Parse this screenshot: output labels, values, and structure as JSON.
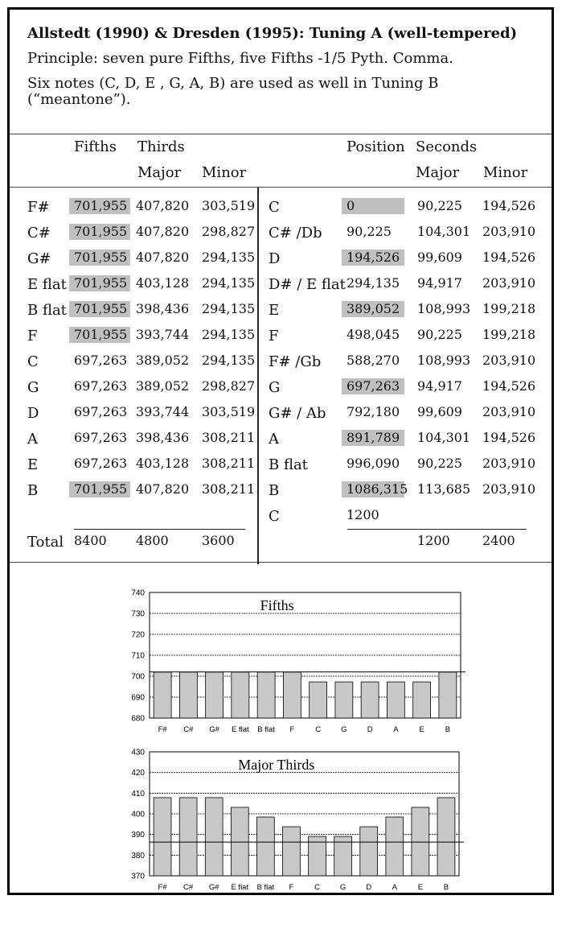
{
  "header": {
    "title": "Allstedt (1990) & Dresden (1995): Tuning A (well-tempered)",
    "line1": "Principle: seven pure Fifths, five Fifths -1/5 Pyth. Comma.",
    "line2": "Six notes (C, D, E , G, A, B) are used as well in Tuning B (“meantone”)."
  },
  "left_table": {
    "headers": {
      "fifths": "Fifths",
      "thirds": "Thirds",
      "major": "Major",
      "minor": "Minor"
    },
    "rows": [
      {
        "note": "F#",
        "fifth": "701,955",
        "hl": true,
        "major": "407,820",
        "minor": "303,519"
      },
      {
        "note": "C#",
        "fifth": "701,955",
        "hl": true,
        "major": "407,820",
        "minor": "298,827"
      },
      {
        "note": "G#",
        "fifth": "701,955",
        "hl": true,
        "major": "407,820",
        "minor": "294,135"
      },
      {
        "note": "E flat",
        "fifth": "701,955",
        "hl": true,
        "major": "403,128",
        "minor": "294,135"
      },
      {
        "note": "B flat",
        "fifth": "701,955",
        "hl": true,
        "major": "398,436",
        "minor": "294,135"
      },
      {
        "note": "F",
        "fifth": "701,955",
        "hl": true,
        "major": "393,744",
        "minor": "294,135"
      },
      {
        "note": "C",
        "fifth": "697,263",
        "hl": false,
        "major": "389,052",
        "minor": "294,135"
      },
      {
        "note": "G",
        "fifth": "697,263",
        "hl": false,
        "major": "389,052",
        "minor": "298,827"
      },
      {
        "note": "D",
        "fifth": "697,263",
        "hl": false,
        "major": "393,744",
        "minor": "303,519"
      },
      {
        "note": "A",
        "fifth": "697,263",
        "hl": false,
        "major": "398,436",
        "minor": "308,211"
      },
      {
        "note": "E",
        "fifth": "697,263",
        "hl": false,
        "major": "403,128",
        "minor": "308,211"
      },
      {
        "note": "B",
        "fifth": "701,955",
        "hl": true,
        "major": "407,820",
        "minor": "308,211"
      }
    ],
    "total": {
      "label": "Total",
      "fifths": "8400",
      "major": "4800",
      "minor": "3600"
    }
  },
  "right_table": {
    "headers": {
      "position": "Position",
      "seconds": "Seconds",
      "major": "Major",
      "minor": "Minor"
    },
    "rows": [
      {
        "note": "C",
        "pos": "0",
        "hl": true,
        "major": "90,225",
        "minor": "194,526"
      },
      {
        "note": "C# /Db",
        "pos": "90,225",
        "hl": false,
        "major": "104,301",
        "minor": "203,910"
      },
      {
        "note": "D",
        "pos": "194,526",
        "hl": true,
        "major": "99,609",
        "minor": "194,526"
      },
      {
        "note": "D# / E flat",
        "pos": "294,135",
        "hl": false,
        "major": "94,917",
        "minor": "203,910"
      },
      {
        "note": "E",
        "pos": "389,052",
        "hl": true,
        "major": "108,993",
        "minor": "199,218"
      },
      {
        "note": "F",
        "pos": "498,045",
        "hl": false,
        "major": "90,225",
        "minor": "199,218"
      },
      {
        "note": "F# /Gb",
        "pos": "588,270",
        "hl": false,
        "major": "108,993",
        "minor": "203,910"
      },
      {
        "note": "G",
        "pos": "697,263",
        "hl": true,
        "major": "94,917",
        "minor": "194,526"
      },
      {
        "note": "G# / Ab",
        "pos": "792,180",
        "hl": false,
        "major": "99,609",
        "minor": "203,910"
      },
      {
        "note": "A",
        "pos": "891,789",
        "hl": true,
        "major": "104,301",
        "minor": "194,526"
      },
      {
        "note": "B flat",
        "pos": "996,090",
        "hl": false,
        "major": "90,225",
        "minor": "203,910"
      },
      {
        "note": "B",
        "pos": "1086,315",
        "hl": true,
        "major": "113,685",
        "minor": "203,910"
      },
      {
        "note": "C",
        "pos": "1200",
        "hl": false,
        "major": "",
        "minor": ""
      }
    ],
    "total": {
      "major": "1200",
      "minor": "2400"
    }
  },
  "chart_data": [
    {
      "type": "bar",
      "title": "Fifths",
      "categories": [
        "F#",
        "C#",
        "G#",
        "E flat",
        "B flat",
        "F",
        "C",
        "G",
        "D",
        "A",
        "E",
        "B"
      ],
      "values": [
        701.955,
        701.955,
        701.955,
        701.955,
        701.955,
        701.955,
        697.263,
        697.263,
        697.263,
        697.263,
        697.263,
        701.955
      ],
      "ylim": [
        680,
        740
      ],
      "yticks": [
        "680",
        "690",
        "700",
        "710",
        "720",
        "730",
        "740"
      ],
      "reference_line": 702,
      "bar_color": "#c8c8c8",
      "grid": true
    },
    {
      "type": "bar",
      "title": "Major Thirds",
      "categories": [
        "F#",
        "C#",
        "G#",
        "E flat",
        "B flat",
        "F",
        "C",
        "G",
        "D",
        "A",
        "E",
        "B"
      ],
      "values": [
        407.82,
        407.82,
        407.82,
        403.128,
        398.436,
        393.744,
        389.052,
        389.052,
        393.744,
        398.436,
        403.128,
        407.82
      ],
      "ylim": [
        370,
        430
      ],
      "yticks": [
        "370",
        "380",
        "390",
        "400",
        "410",
        "420",
        "430"
      ],
      "reference_line": 386.3,
      "bar_color": "#c8c8c8",
      "grid": true
    }
  ]
}
